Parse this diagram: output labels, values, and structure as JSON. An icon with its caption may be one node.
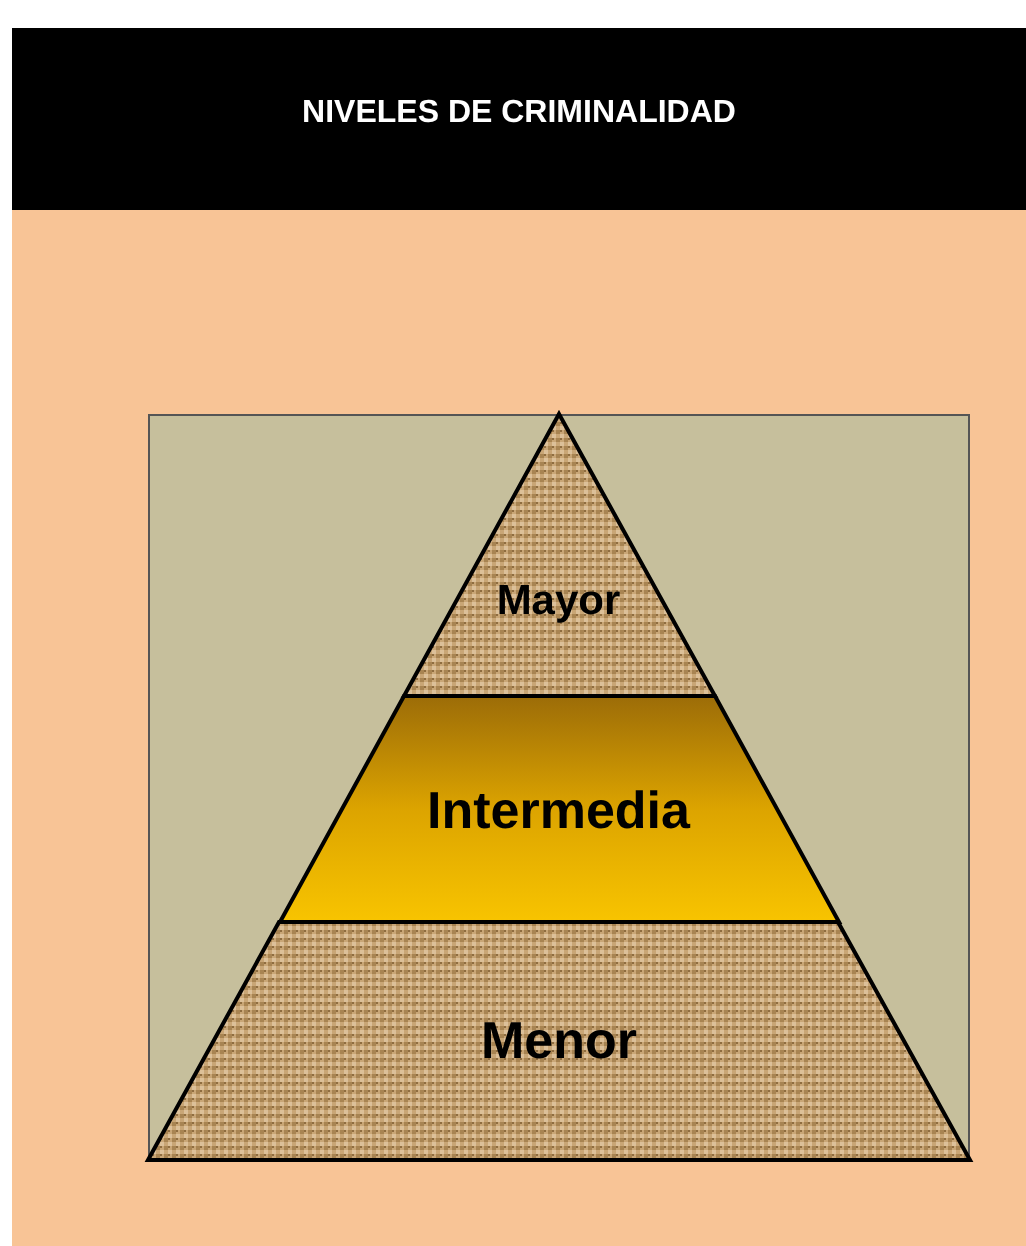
{
  "diagram": {
    "title": "NIVELES DE CRIMINALIDAD",
    "nodes": [
      {
        "text": [
          "Mayor"
        ]
      },
      {
        "text": [
          "Intermedia"
        ]
      },
      {
        "text": [
          "Menor"
        ]
      }
    ]
  }
}
